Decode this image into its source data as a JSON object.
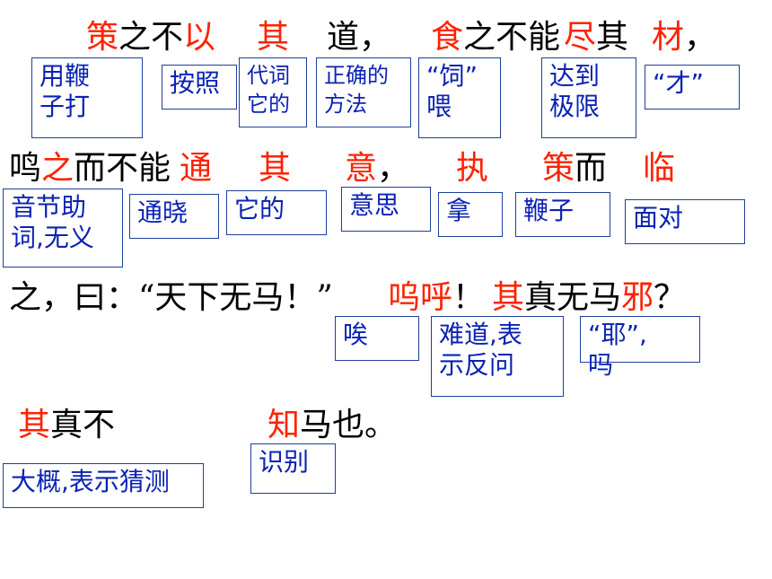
{
  "colors": {
    "highlight": "#ff2200",
    "text": "#000000",
    "note_text": "#0a22b4",
    "note_border": "#1f3f9a"
  },
  "line1": {
    "ce": "策",
    "zhibu": "之不",
    "yi": "以",
    "qi": "其",
    "dao": "道",
    "comma1": "，",
    "shi": "食",
    "zhibuneng": "之不能",
    "jin": "尽",
    "qi2": "其",
    "cai": "材",
    "comma2": "，"
  },
  "line2": {
    "ming": "鸣",
    "zhi": "之",
    "erbuneng": "而不能",
    "tong": "通",
    "qi": "其",
    "yi": "意",
    "comma": "，",
    "zhi2": "执",
    "ce": "策",
    "er": "而",
    "lin": "临"
  },
  "line3": {
    "plain": "之，曰：“天下无马！”",
    "wuhu": "呜呼",
    "excl": "！",
    "qi": "其",
    "zhenwuma": "真无马",
    "ye": "邪",
    "question": "？"
  },
  "line4": {
    "qi": "其",
    "zhenbu": "真不",
    "zhi": "知",
    "mamaye": "马也。"
  },
  "notes": {
    "ce": "用鞭\n子打",
    "yi": "按照",
    "qi": "代词\n它的",
    "dao": "正确的\n方法",
    "shi": "“饲”\n喂",
    "jin": "达到\n极限",
    "cai": "“才”",
    "zhi": "音节助\n词,无义",
    "tong": "通晓",
    "qi2": "它的",
    "yi2": "意思",
    "zhi2": "拿",
    "ce2": "鞭子",
    "lin": "面对",
    "wuhu": "唉",
    "qi3": "难道,表\n示反问",
    "ye": "“耶”,\n吗",
    "qi4": "大概,表示猜测",
    "zhi3": "识别"
  }
}
